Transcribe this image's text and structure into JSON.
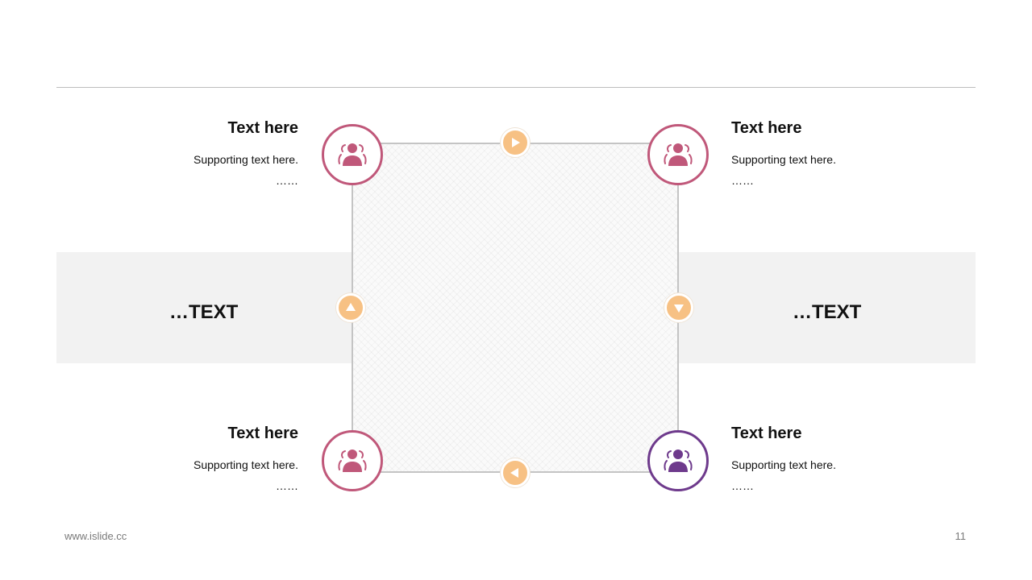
{
  "colors": {
    "pink": "#c0587a",
    "purple": "#6e3a8c",
    "arrow": "#f7c184",
    "band": "#f2f2f2",
    "line": "#c4c4c4"
  },
  "band": {
    "left_text": "…TEXT",
    "right_text": "…TEXT"
  },
  "nodes": {
    "top_left": {
      "title": "Text here",
      "support": "Supporting text here.",
      "dots": "……",
      "icon": "users-icon"
    },
    "top_right": {
      "title": "Text here",
      "support": "Supporting text here.",
      "dots": "……",
      "icon": "users-icon"
    },
    "bottom_left": {
      "title": "Text here",
      "support": "Supporting text here.",
      "dots": "……",
      "icon": "users-icon"
    },
    "bottom_right": {
      "title": "Text here",
      "support": "Supporting text here.",
      "dots": "……",
      "icon": "users-icon"
    }
  },
  "arrows": {
    "top": "arrow-right-icon",
    "right": "arrow-down-icon",
    "bottom": "arrow-left-icon",
    "left": "arrow-up-icon"
  },
  "footer": {
    "url": "www.islide.cc",
    "page": "11"
  }
}
